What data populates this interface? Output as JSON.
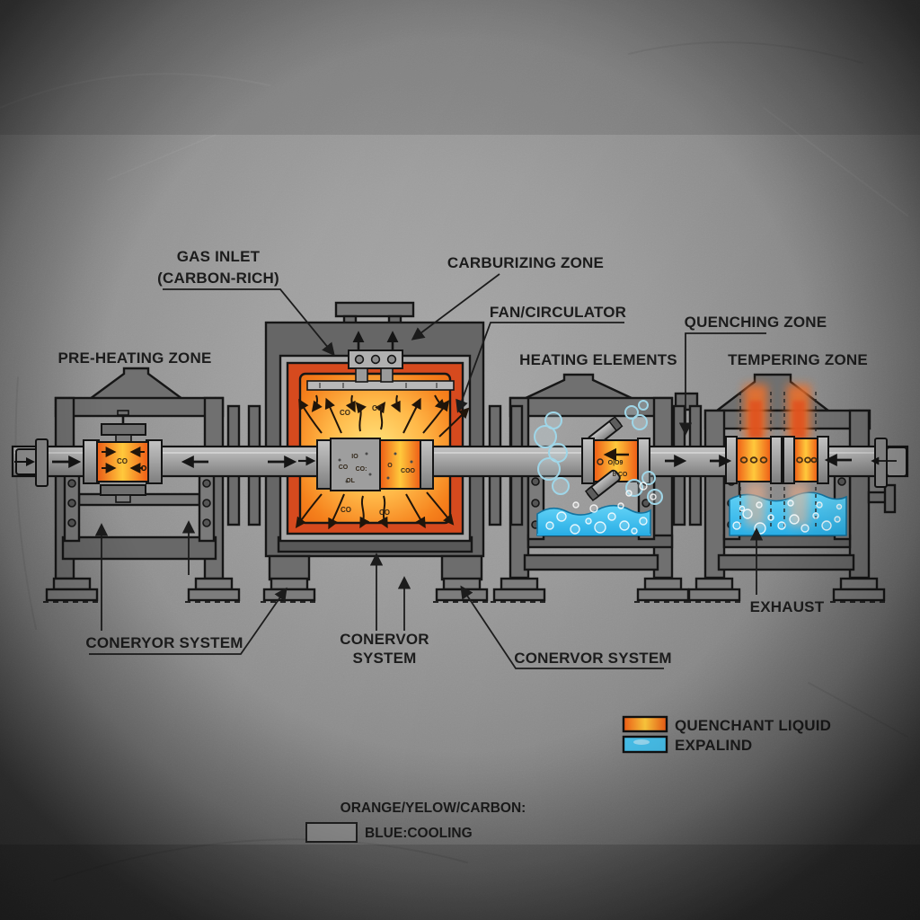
{
  "scene": {
    "description": "Industrial carburizing heat-treatment furnace line diagram on concrete background",
    "zones_order": [
      "PRE-HEATING ZONE",
      "CARBURIZING ZONE",
      "QUENCHING ZONE",
      "TEMPERING ZONE"
    ]
  },
  "labels": {
    "gas_inlet_line1": "GAS INLET",
    "gas_inlet_line2": "(CARBON-RICH)",
    "carburizing_zone": "CARBURIZING ZONE",
    "fan_circulator": "FAN/CIRCULATOR",
    "quenching_zone": "QUENCHING ZONE",
    "pre_heating_zone": "PRE-HEATING ZONE",
    "heating_elements": "HEATING ELEMENTS",
    "tempering_zone": "TEMPERING ZONE",
    "conveyor_left": "CONERYOR SYSTEM",
    "conveyor_center_line1": "CONERVOR",
    "conveyor_center_line2": "SYSTEM",
    "conveyor_right": "CONERVOR SYSTEM",
    "exhaust": "EXHAUST"
  },
  "legend": {
    "quenchant_label": "QUENCHANT LIQUID",
    "expalind_label": "EXPALIND",
    "note_title": "ORANGE/YELOW/CARBON:",
    "note_blue": "BLUE:COOLING"
  },
  "annotations": {
    "co": "CO",
    "io": "IO",
    "co_colon": "CO:",
    "o": "O",
    "ol": "OL",
    "coo": "COO",
    "oio9": "O|O9",
    "b_co": "b CO"
  },
  "colors": {
    "background_gray": "#9c9c9c",
    "machine_gray": "#6a6a6a",
    "pipe_gray": "#a8a8a8",
    "furnace_red": "#d64a1e",
    "glow_orange": "#f5811c",
    "glow_yellow": "#ffdf6b",
    "quench_blue": "#45c5f2",
    "steam_blue": "#a8d8e8",
    "flame_orange": "#f07030",
    "outline": "#1a1a1a",
    "label_text": "#1d1d1d"
  }
}
